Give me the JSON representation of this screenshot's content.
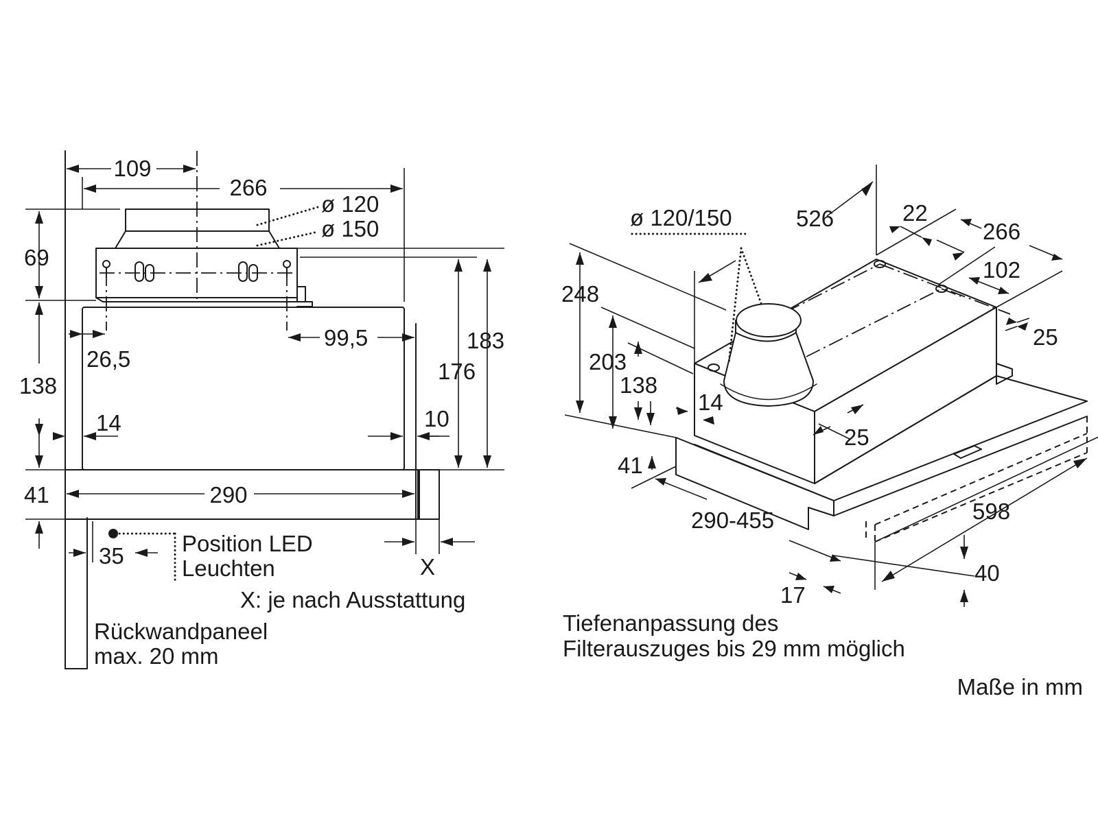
{
  "colors": {
    "ink": "#1a1a1a",
    "background": "#ffffff"
  },
  "front_view": {
    "dims": {
      "d109": "109",
      "d266": "266",
      "d120": "ø 120",
      "d150": "ø 150",
      "d69": "69",
      "d138": "138",
      "d26_5": "26,5",
      "d99_5": "99,5",
      "d183": "183",
      "d176": "176",
      "d14": "14",
      "d10": "10",
      "d41": "41",
      "d290": "290",
      "d35": "35",
      "x_mark": "X"
    },
    "notes": {
      "led_line1": "Position LED",
      "led_line2": "Leuchten",
      "x_note": "X: je nach Ausstattung",
      "panel_line1": "Rückwandpaneel",
      "panel_line2": "max. 20 mm"
    }
  },
  "iso_view": {
    "dims": {
      "d120_150": "ø 120/150",
      "d526": "526",
      "d22": "22",
      "d266": "266",
      "d102": "102",
      "d248": "248",
      "d25a": "25",
      "d203": "203",
      "d138": "138",
      "d14": "14",
      "d25b": "25",
      "d41": "41",
      "d290_455": "290-455",
      "d598": "598",
      "d40": "40",
      "d17": "17"
    },
    "notes": {
      "depth_line1": "Tiefenanpassung des",
      "depth_line2": "Filterauszuges bis 29 mm möglich"
    }
  },
  "units_note": "Maße in mm"
}
